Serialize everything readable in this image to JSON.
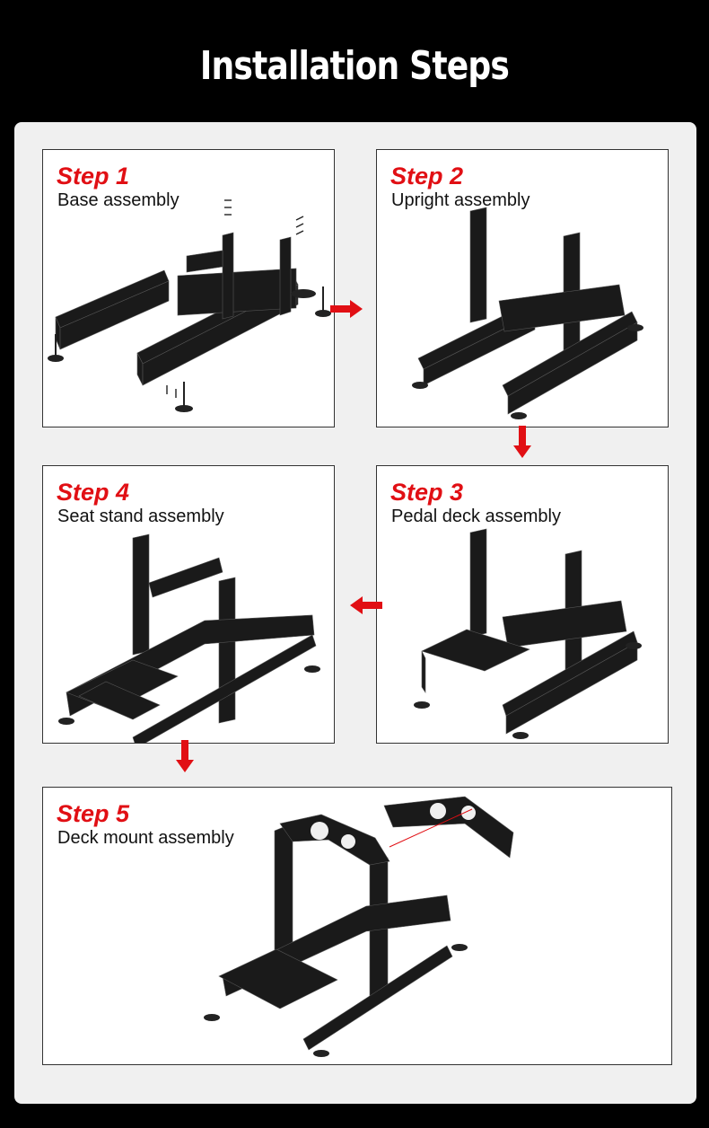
{
  "page": {
    "title": "Installation Steps"
  },
  "steps": [
    {
      "number_label": "Step 1",
      "description": "Base assembly",
      "illustration": "base-frame"
    },
    {
      "number_label": "Step 2",
      "description": "Upright assembly",
      "illustration": "upright-frame"
    },
    {
      "number_label": "Step 3",
      "description": "Pedal deck assembly",
      "illustration": "pedal-deck-frame"
    },
    {
      "number_label": "Step 4",
      "description": "Seat stand assembly",
      "illustration": "seat-stand-frame"
    },
    {
      "number_label": "Step 5",
      "description": "Deck mount assembly",
      "illustration": "deck-mount-frame"
    }
  ],
  "colors": {
    "accent": "#e10f14",
    "background": "#000000",
    "panel": "#f0f0f0",
    "frame": "#1a1a1a"
  }
}
